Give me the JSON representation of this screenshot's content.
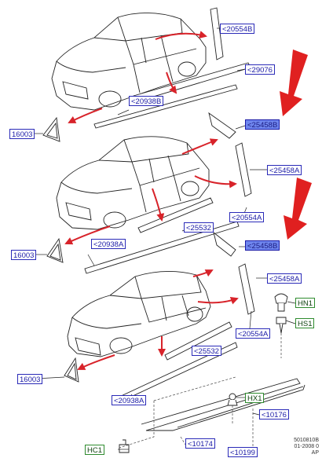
{
  "callouts": {
    "c20554b": "<20554B",
    "c29076": "<29076",
    "c20938b": "<20938B",
    "c16003_a": "16003",
    "c25458b_a": "<25458B",
    "c25458a_a": "<25458A",
    "c20554a_a": "<20554A",
    "c25532_a": "<25532",
    "c20938a_a": "<20938A",
    "c16003_b": "16003",
    "c25458b_b": "<25458B",
    "c25458a_b": "<25458A",
    "c20554a_b": "<20554A",
    "c25532_b": "<25532",
    "c16003_c": "16003",
    "c20938a_b": "<20938A",
    "hn1": "HN1",
    "hs1": "HS1",
    "hx1": "HX1",
    "c10176": "<10176",
    "c10174": "<10174",
    "hc1": "HC1",
    "c10199": "<10199"
  },
  "footer": {
    "code": "5010810B",
    "date": "01-2008 0",
    "region": "AP"
  },
  "colors": {
    "callout_border": "#2a2ab8",
    "callout_highlight": "#6f86ee",
    "hardware_border": "#2e8b2e",
    "pointer_arrow": "#e02020",
    "leader_arrow": "#d8232a",
    "line_art": "#222222"
  }
}
